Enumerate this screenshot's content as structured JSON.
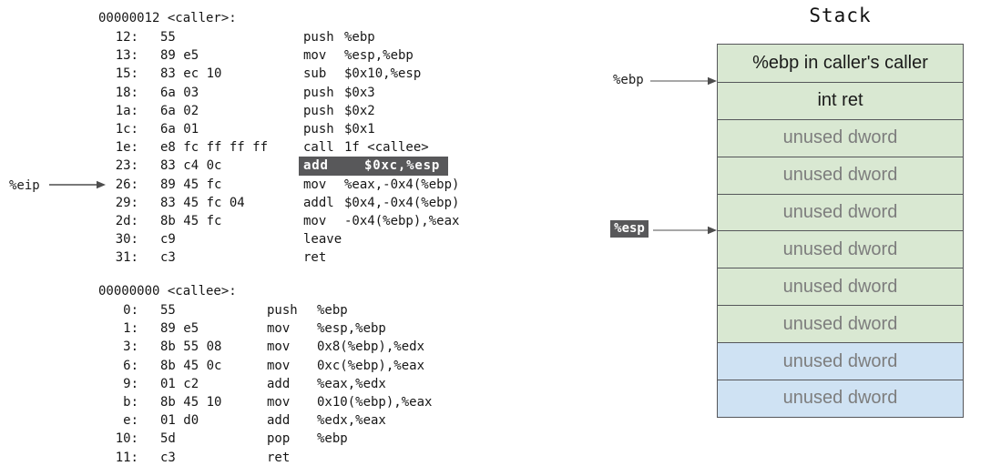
{
  "stack_panel": {
    "title": "Stack",
    "rows": [
      {
        "label": "%ebp in caller's caller",
        "fill": "green",
        "muted": false
      },
      {
        "label": "int ret",
        "fill": "green",
        "muted": false
      },
      {
        "label": "unused dword",
        "fill": "green",
        "muted": true
      },
      {
        "label": "unused dword",
        "fill": "green",
        "muted": true
      },
      {
        "label": "unused dword",
        "fill": "green",
        "muted": true
      },
      {
        "label": "unused dword",
        "fill": "green",
        "muted": true
      },
      {
        "label": "unused dword",
        "fill": "green",
        "muted": true
      },
      {
        "label": "unused dword",
        "fill": "green",
        "muted": true
      },
      {
        "label": "unused dword",
        "fill": "blue",
        "muted": true
      },
      {
        "label": "unused dword",
        "fill": "blue",
        "muted": true
      }
    ]
  },
  "registers": {
    "eip": "%eip",
    "ebp": "%ebp",
    "esp": "%esp"
  },
  "disassembly": {
    "caller": {
      "header": "00000012 <caller>:",
      "lines": [
        {
          "addr": "12:",
          "bytes": "55",
          "mnemonic": "push",
          "operands": "%ebp"
        },
        {
          "addr": "13:",
          "bytes": "89 e5",
          "mnemonic": "mov",
          "operands": "%esp,%ebp"
        },
        {
          "addr": "15:",
          "bytes": "83 ec 10",
          "mnemonic": "sub",
          "operands": "$0x10,%esp"
        },
        {
          "addr": "18:",
          "bytes": "6a 03",
          "mnemonic": "push",
          "operands": "$0x3"
        },
        {
          "addr": "1a:",
          "bytes": "6a 02",
          "mnemonic": "push",
          "operands": "$0x2"
        },
        {
          "addr": "1c:",
          "bytes": "6a 01",
          "mnemonic": "push",
          "operands": "$0x1"
        },
        {
          "addr": "1e:",
          "bytes": "e8 fc ff ff ff",
          "mnemonic": "call",
          "operands": "1f <callee>"
        },
        {
          "addr": "23:",
          "bytes": "83 c4 0c",
          "mnemonic": "add",
          "operands": "$0xc,%esp",
          "highlighted": true
        },
        {
          "addr": "26:",
          "bytes": "89 45 fc",
          "mnemonic": "mov",
          "operands": "%eax,-0x4(%ebp)",
          "eip_target": true
        },
        {
          "addr": "29:",
          "bytes": "83 45 fc 04",
          "mnemonic": "addl",
          "operands": "$0x4,-0x4(%ebp)"
        },
        {
          "addr": "2d:",
          "bytes": "8b 45 fc",
          "mnemonic": "mov",
          "operands": "-0x4(%ebp),%eax"
        },
        {
          "addr": "30:",
          "bytes": "c9",
          "mnemonic": "leave",
          "operands": ""
        },
        {
          "addr": "31:",
          "bytes": "c3",
          "mnemonic": "ret",
          "operands": ""
        }
      ]
    },
    "callee": {
      "header": "00000000 <callee>:",
      "lines": [
        {
          "addr": "0:",
          "bytes": "55",
          "mnemonic": "push",
          "operands": "%ebp"
        },
        {
          "addr": "1:",
          "bytes": "89 e5",
          "mnemonic": "mov",
          "operands": "%esp,%ebp"
        },
        {
          "addr": "3:",
          "bytes": "8b 55 08",
          "mnemonic": "mov",
          "operands": "0x8(%ebp),%edx"
        },
        {
          "addr": "6:",
          "bytes": "8b 45 0c",
          "mnemonic": "mov",
          "operands": "0xc(%ebp),%eax"
        },
        {
          "addr": "9:",
          "bytes": "01 c2",
          "mnemonic": "add",
          "operands": "%eax,%edx"
        },
        {
          "addr": "b:",
          "bytes": "8b 45 10",
          "mnemonic": "mov",
          "operands": "0x10(%ebp),%eax"
        },
        {
          "addr": "e:",
          "bytes": "01 d0",
          "mnemonic": "add",
          "operands": "%edx,%eax"
        },
        {
          "addr": "10:",
          "bytes": "5d",
          "mnemonic": "pop",
          "operands": "%ebp"
        },
        {
          "addr": "11:",
          "bytes": "c3",
          "mnemonic": "ret",
          "operands": ""
        }
      ]
    }
  },
  "colors": {
    "green": "#d9e8d2",
    "blue": "#cfe2f3",
    "border": "#55565a",
    "highlight_bg": "#58585a",
    "text": "#1a1a1a",
    "muted_text": "#7d7d7d"
  }
}
